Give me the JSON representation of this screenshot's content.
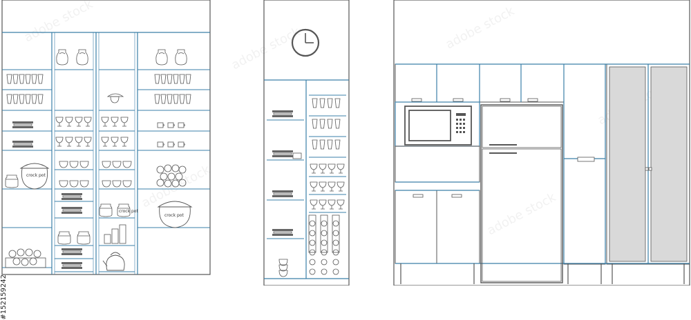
{
  "labels": {
    "crock_pot": "crock pot"
  },
  "stock_id": "#152159242",
  "watermark": "adobe stock",
  "colors": {
    "outline": "#555555",
    "shelf_blue": "#3a7fa8",
    "panel_fill": "#d9d9d9"
  },
  "icons": [
    "wall-clock-icon",
    "microwave-icon",
    "kettle-icon",
    "refrigerator-icon"
  ]
}
